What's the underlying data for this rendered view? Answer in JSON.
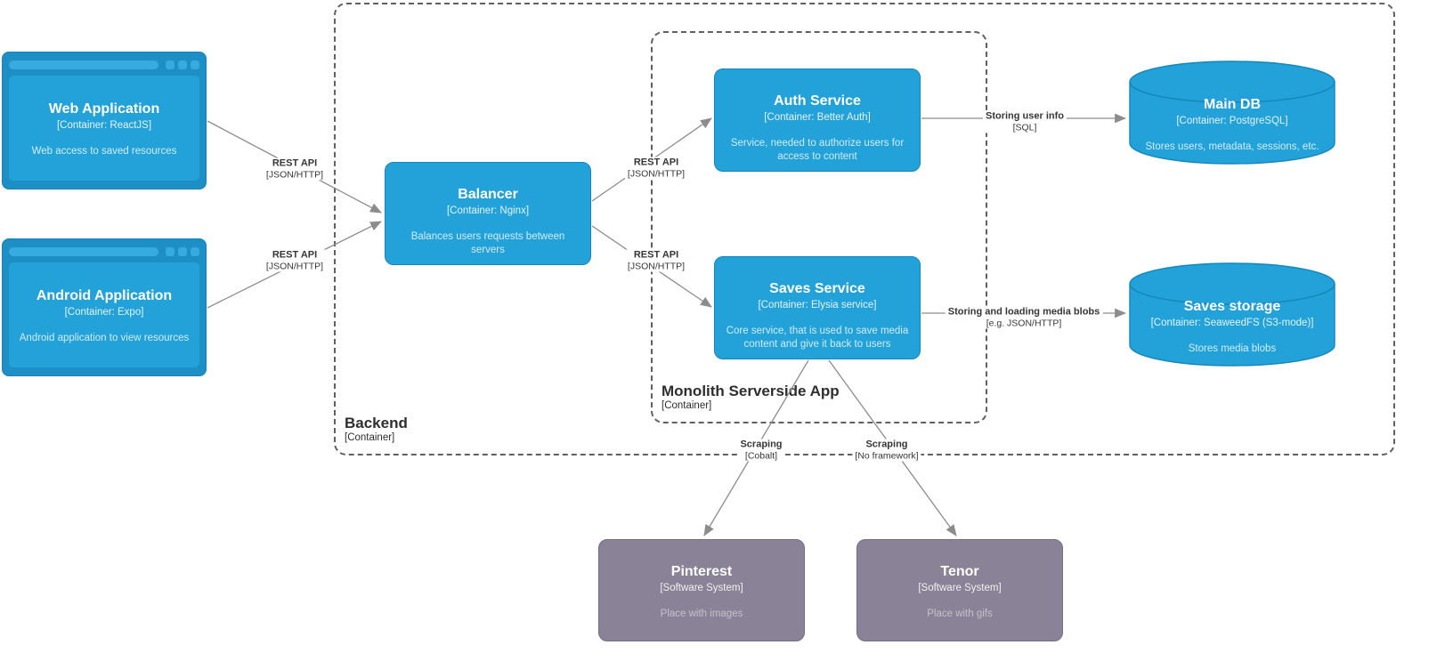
{
  "colors": {
    "node_fill": "#23a2d9",
    "node_frame": "#1d8fc4",
    "node_border": "#1486bb",
    "chrome_item": "#35abdf",
    "ext_fill": "#8a8296",
    "ext_border": "#756d87",
    "edge": "#8c8c8c",
    "edge_label": "#363636",
    "group_border": "#606060",
    "group_label": "#2e2e2e"
  },
  "groups": {
    "backend": {
      "title": "Backend",
      "subtitle": "[Container]"
    },
    "monolith": {
      "title": "Monolith Serverside App",
      "subtitle": "[Container]"
    }
  },
  "nodes": {
    "web_app": {
      "title": "Web Application",
      "subtitle": "[Container: ReactJS]",
      "description": "Web access to saved resources"
    },
    "android_app": {
      "title": "Android Application",
      "subtitle": "[Container: Expo]",
      "description": "Android application to view resources"
    },
    "balancer": {
      "title": "Balancer",
      "subtitle": "[Container: Nginx]",
      "description": "Balances users requests between servers"
    },
    "auth_service": {
      "title": "Auth Service",
      "subtitle": "[Container: Better Auth]",
      "description": "Service, needed to authorize users for access to content"
    },
    "saves_service": {
      "title": "Saves Service",
      "subtitle": "[Container: Elysia service]",
      "description": "Core service, that is used to save media content and give it back to users"
    },
    "main_db": {
      "title": "Main DB",
      "subtitle": "[Container: PostgreSQL]",
      "description": "Stores users, metadata, sessions, etc."
    },
    "saves_storage": {
      "title": "Saves storage",
      "subtitle": "[Container: SeaweedFS (S3-mode)]",
      "description": "Stores media blobs"
    },
    "pinterest": {
      "title": "Pinterest",
      "subtitle": "[Software System]",
      "description": "Place with images"
    },
    "tenor": {
      "title": "Tenor",
      "subtitle": "[Software System]",
      "description": "Place with gifs"
    }
  },
  "edges": {
    "web_to_balancer": {
      "label": "REST API",
      "tech": "[JSON/HTTP]"
    },
    "android_to_balancer": {
      "label": "REST API",
      "tech": "[JSON/HTTP]"
    },
    "balancer_to_auth": {
      "label": "REST API",
      "tech": "[JSON/HTTP]"
    },
    "balancer_to_saves": {
      "label": "REST API",
      "tech": "[JSON/HTTP]"
    },
    "auth_to_maindb": {
      "label": "Storing user info",
      "tech": "[SQL]"
    },
    "saves_to_storage": {
      "label": "Storing and loading media blobs",
      "tech": "[e.g. JSON/HTTP]"
    },
    "saves_to_pinterest": {
      "label": "Scraping",
      "tech": "[Cobalt]"
    },
    "saves_to_tenor": {
      "label": "Scraping",
      "tech": "[No framework]"
    }
  }
}
